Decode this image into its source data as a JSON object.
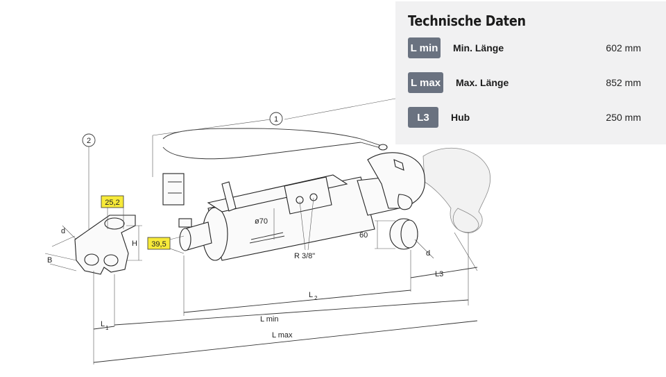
{
  "panel": {
    "title": "Technische Daten",
    "colors": {
      "panel_bg": "#f1f1f2",
      "code_bg": "#6a7280",
      "highlight": "#f7ea3a"
    },
    "rows": [
      {
        "code": "L min",
        "label": "Min. Länge",
        "value": "602 mm"
      },
      {
        "code": "L max",
        "label": "Max. Länge",
        "value": "852 mm"
      },
      {
        "code": "L3",
        "label": "Hub",
        "value": "250 mm"
      }
    ]
  },
  "drawing": {
    "callouts": {
      "part1": "1",
      "part2": "2"
    },
    "dims": {
      "d_top": "d",
      "b": "B",
      "h": "H",
      "w1": "25,2",
      "w2": "39,5",
      "diameter": "ø70",
      "thread": "R 3/8\"",
      "ball": "60",
      "d_ball": "d",
      "l3": "L3",
      "l2": "L",
      "l2_sub": "2",
      "lmin": "L min",
      "lmax": "L max",
      "l1": "L",
      "l1_sub": "1"
    }
  }
}
